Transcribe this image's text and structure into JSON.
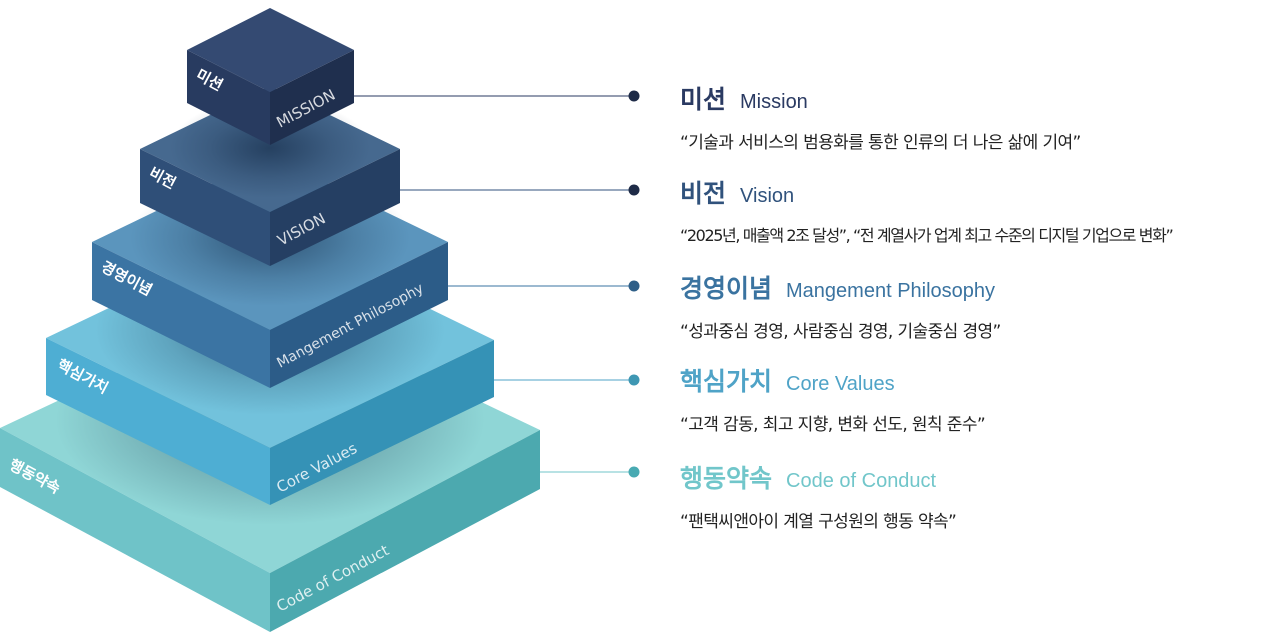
{
  "colors": {
    "mission": "#2a3a62",
    "vision": "#30527c",
    "philosophy": "#3a73a0",
    "core": "#4fa3c7",
    "conduct": "#71c6ca"
  },
  "levels": [
    {
      "key": "mission",
      "block_kr": "미션",
      "block_en": "MISSION",
      "title_kr": "미션",
      "title_en": "Mission",
      "description": "“기술과 서비스의 범용화를 통한 인류의 더 나은 삶에  기여”"
    },
    {
      "key": "vision",
      "block_kr": "비전",
      "block_en": "VISION",
      "title_kr": "비전",
      "title_en": "Vision",
      "description": "“2025년, 매출액 2조 달성”, “전 계열사가 업계 최고 수준의 디지털 기업으로 변화”"
    },
    {
      "key": "philosophy",
      "block_kr": "경영이념",
      "block_en": "Mangement Philosophy",
      "title_kr": "경영이념",
      "title_en": "Mangement Philosophy",
      "description": "“성과중심 경영, 사람중심 경영, 기술중심 경영”"
    },
    {
      "key": "core",
      "block_kr": "핵심가치",
      "block_en": "Core Values",
      "title_kr": "핵심가치",
      "title_en": "Core Values",
      "description": "“고객 감동, 최고 지향, 변화 선도, 원칙 준수”"
    },
    {
      "key": "conduct",
      "block_kr": "행동약속",
      "block_en": "Code of Conduct",
      "title_kr": "행동약속",
      "title_en": "Code of Conduct",
      "description": "“팬택씨앤아이 계열 구성원의 행동 약속”"
    }
  ]
}
